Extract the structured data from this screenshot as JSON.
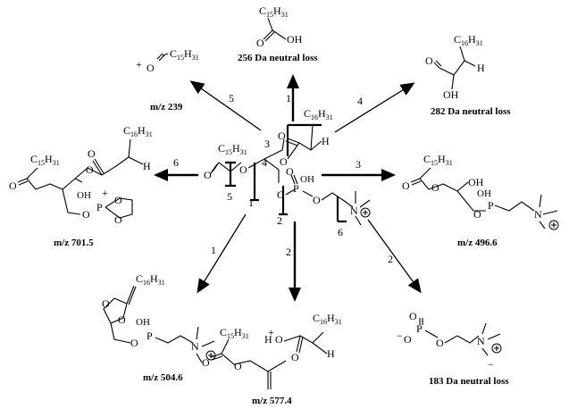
{
  "center_molecule": {
    "labels": {
      "c15": "C15H31",
      "c16": "C16H31",
      "o": "O",
      "oh": "OH",
      "p": "P",
      "h": "H",
      "n_plus": "N"
    },
    "cleavage_numbers": [
      "1",
      "2",
      "3",
      "4",
      "5",
      "6"
    ]
  },
  "fragments": {
    "top_center": {
      "formula": "C15H31",
      "oh": "OH",
      "caption": "256 Da neutral loss",
      "path": "1"
    },
    "top_right": {
      "formula": "C16H31",
      "oh": "OH",
      "h": "H",
      "caption": "282 Da neutral loss",
      "path": "4"
    },
    "top_left": {
      "formula": "C15H31",
      "caption": "m/z 239",
      "path": "5"
    },
    "left": {
      "formula_a": "C15H31",
      "formula_b": "C16H31",
      "caption": "m/z 701.5",
      "path": "6"
    },
    "right": {
      "formula": "C15H31",
      "oh": "OH",
      "caption": "m/z 496.6",
      "path": "3"
    },
    "bottom_left": {
      "formula": "C16H31",
      "caption": "m/z 504.6",
      "path": "1"
    },
    "bottom_center": {
      "formula_a": "C15H31",
      "formula_b": "C16H31",
      "caption": "m/z 577.4",
      "path": "2"
    },
    "bottom_right": {
      "caption": "183 Da neutral loss",
      "path": "2"
    }
  }
}
